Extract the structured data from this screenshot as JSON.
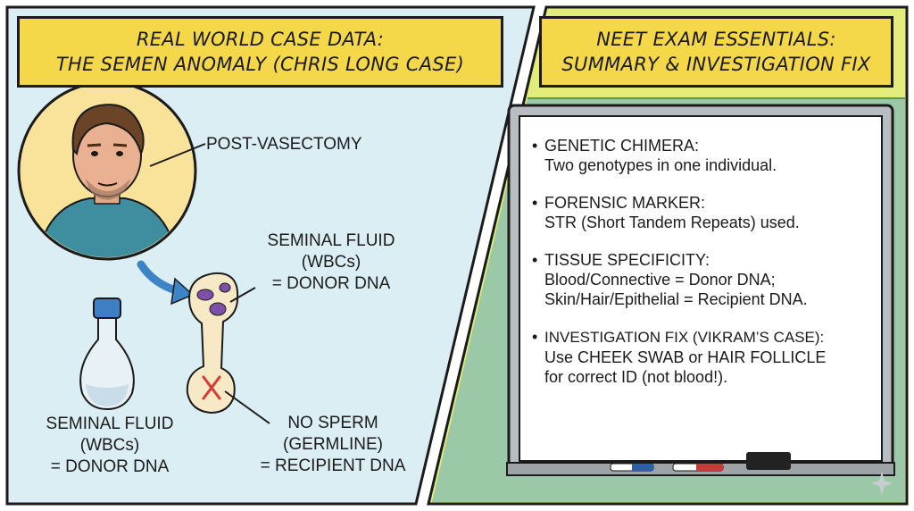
{
  "left_panel": {
    "title_line1": "REAL WORLD CASE DATA:",
    "title_line2": "THE SEMEN ANOMALY (CHRIS LONG CASE)",
    "label_post_vasectomy": "POST-VASECTOMY",
    "label_fluid_right_1": "SEMINAL FLUID",
    "label_fluid_right_2": "(WBCs)",
    "label_fluid_right_3": "= DONOR DNA",
    "label_fluid_left_1": "SEMINAL FLUID",
    "label_fluid_left_2": "(WBCs)",
    "label_fluid_left_3": "= DONOR DNA",
    "label_no_sperm_1": "NO SPERM",
    "label_no_sperm_2": "(GERMLINE)",
    "label_no_sperm_3": "= RECIPIENT DNA"
  },
  "right_panel": {
    "title_line1": "NEET EXAM ESSENTIALS:",
    "title_line2": "SUMMARY & INVESTIGATION FIX",
    "items": [
      {
        "heading": "GENETIC CHIMERA:",
        "lines": [
          "Two genotypes in one individual."
        ]
      },
      {
        "heading": "FORENSIC MARKER:",
        "lines": [
          "STR (Short Tandem Repeats) used."
        ]
      },
      {
        "heading": "TISSUE SPECIFICITY:",
        "lines": [
          "Blood/Connective = Donor DNA;",
          "Skin/Hair/Epithelial = Recipient DNA."
        ]
      },
      {
        "heading": "INVESTIGATION FIX (VIKRAM’S CASE):",
        "lines": [
          "Use CHEEK SWAB or HAIR FOLLICLE",
          "for correct ID (not blood!)."
        ]
      }
    ]
  },
  "bullet": "•",
  "colors": {
    "left_bg": "#daeef4",
    "right_bg": "#e2ec7a",
    "wall_green": "#9bc8a6",
    "title_yellow": "#f5d849",
    "portrait_bg": "#f9e29a",
    "red_x": "#d53b33",
    "arrow_blue": "#3d84c6"
  }
}
